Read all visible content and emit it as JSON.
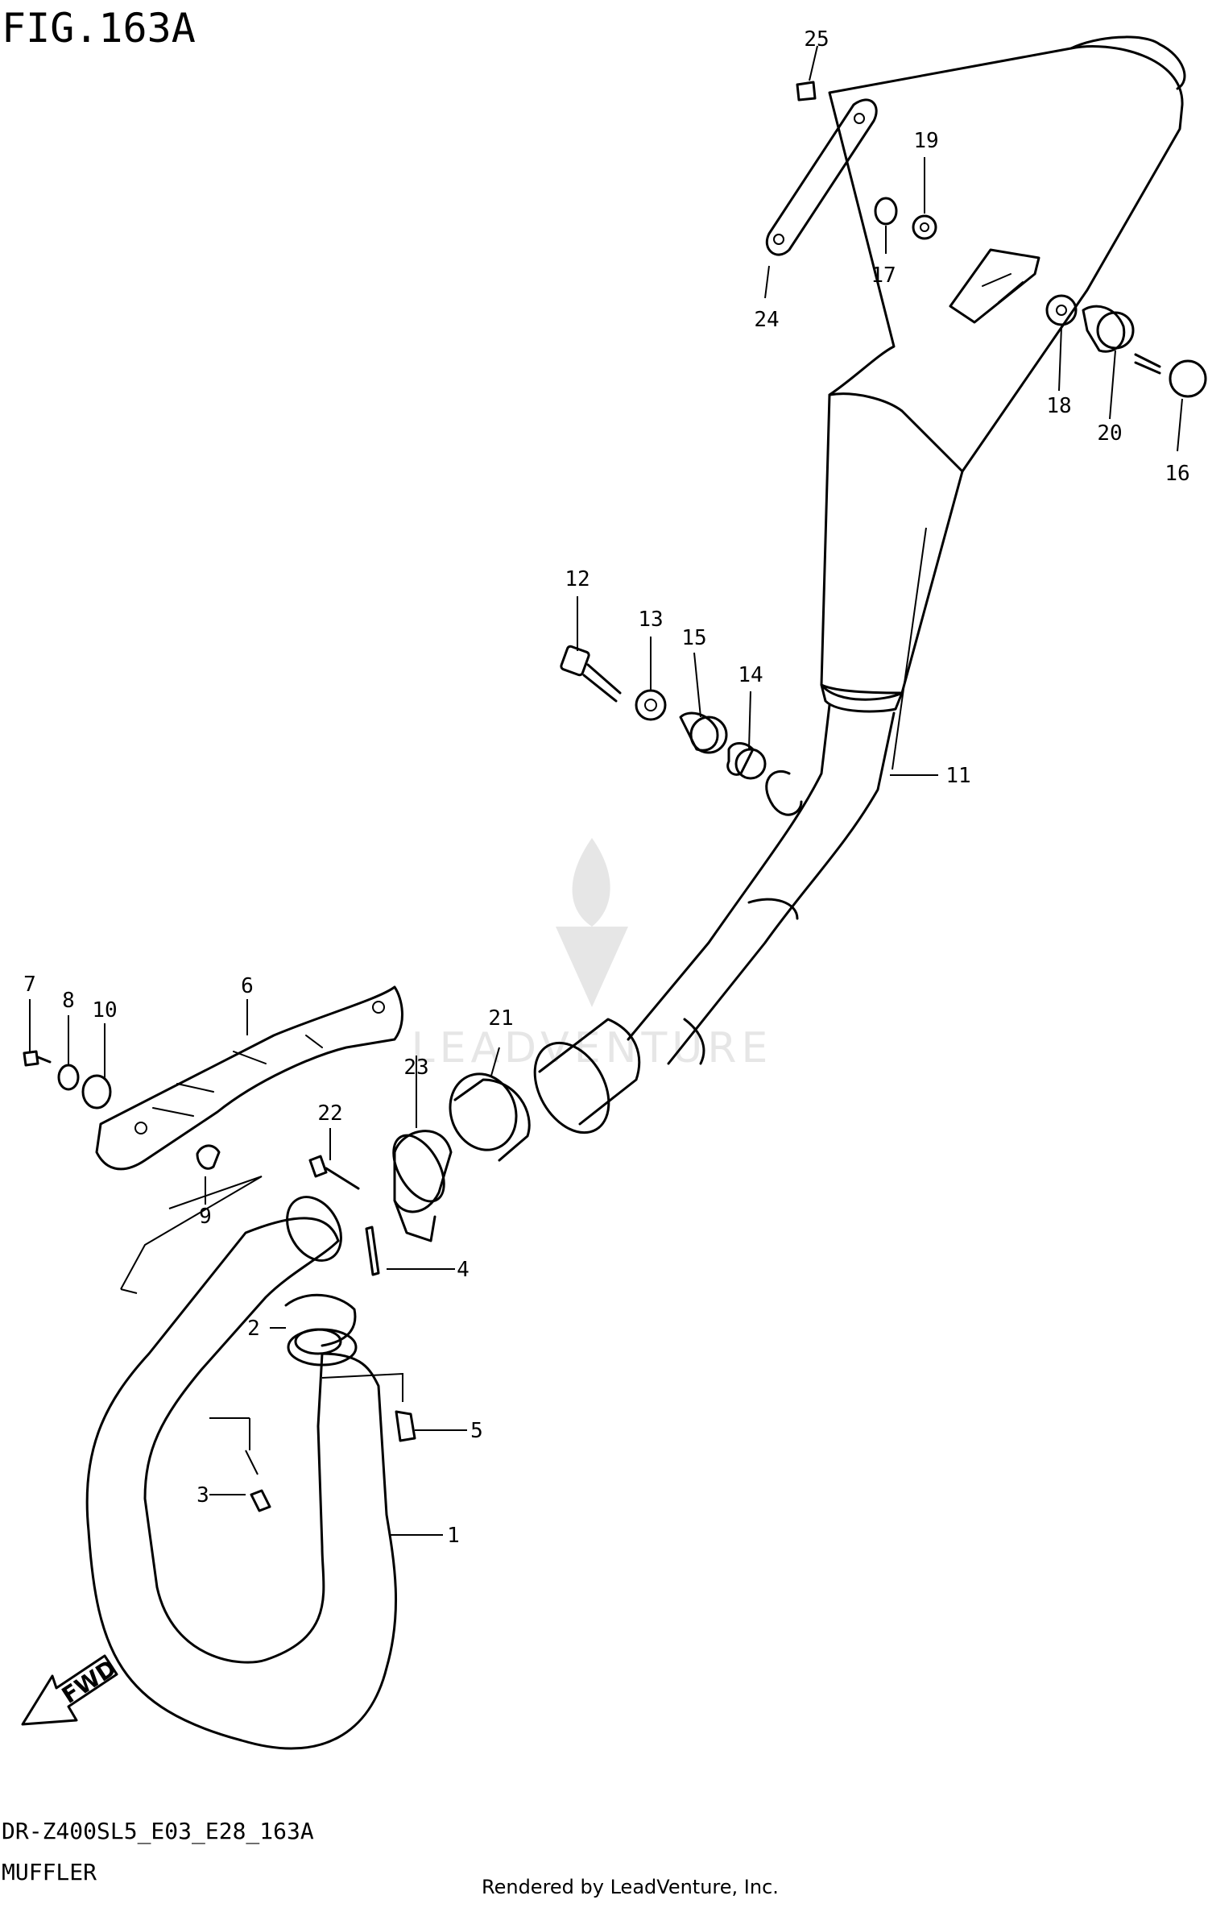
{
  "figure_title": "FIG.163A",
  "model_code": "DR-Z400SL5_E03_E28_163A",
  "section_name": "MUFFLER",
  "rendered_by": "Rendered by LeadVenture, Inc.",
  "watermark_text": "LEADVENTURE",
  "fwd_label": "FWD",
  "callouts": {
    "c1": "1",
    "c2": "2",
    "c3": "3",
    "c4": "4",
    "c5": "5",
    "c6": "6",
    "c7": "7",
    "c8": "8",
    "c9": "9",
    "c10": "10",
    "c11": "11",
    "c12": "12",
    "c13": "13",
    "c14": "14",
    "c15": "15",
    "c16": "16",
    "c17": "17",
    "c18": "18",
    "c19": "19",
    "c20": "20",
    "c21": "21",
    "c22": "22",
    "c23": "23",
    "c24": "24",
    "c25": "25"
  }
}
